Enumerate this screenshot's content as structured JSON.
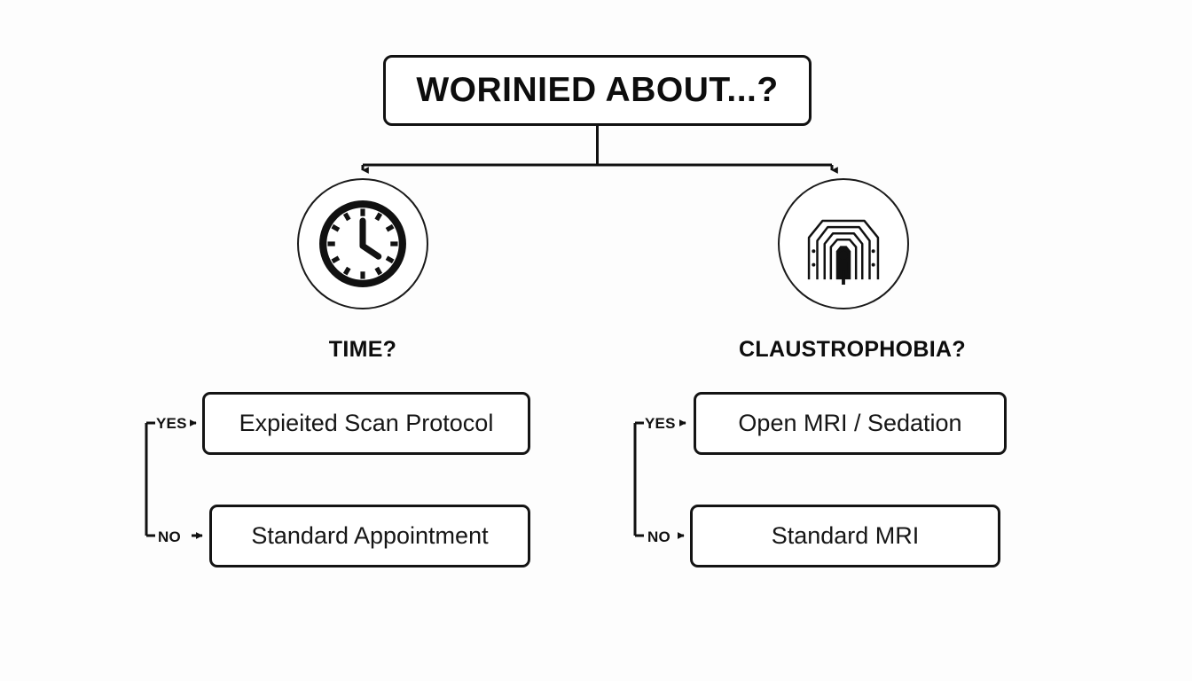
{
  "diagram": {
    "type": "decision-tree",
    "background_color": "#fdfdfd",
    "line_color": "#111111",
    "root": {
      "label": "WORINIED ABOUT...?"
    },
    "branches": [
      {
        "id": "time",
        "caption": "TIME?",
        "icon": "clock-icon",
        "outcomes": [
          {
            "edge_label": "YES",
            "label": "Expieited Scan Protocol"
          },
          {
            "edge_label": "NO",
            "label": "Standard Appointment"
          }
        ]
      },
      {
        "id": "claustrophobia",
        "caption": "CLAUSTROPHOBIA?",
        "icon": "mri-tunnel-icon",
        "outcomes": [
          {
            "edge_label": "YES",
            "label": "Open MRI / Sedation"
          },
          {
            "edge_label": "NO",
            "label": "Standard MRI"
          }
        ]
      }
    ]
  }
}
